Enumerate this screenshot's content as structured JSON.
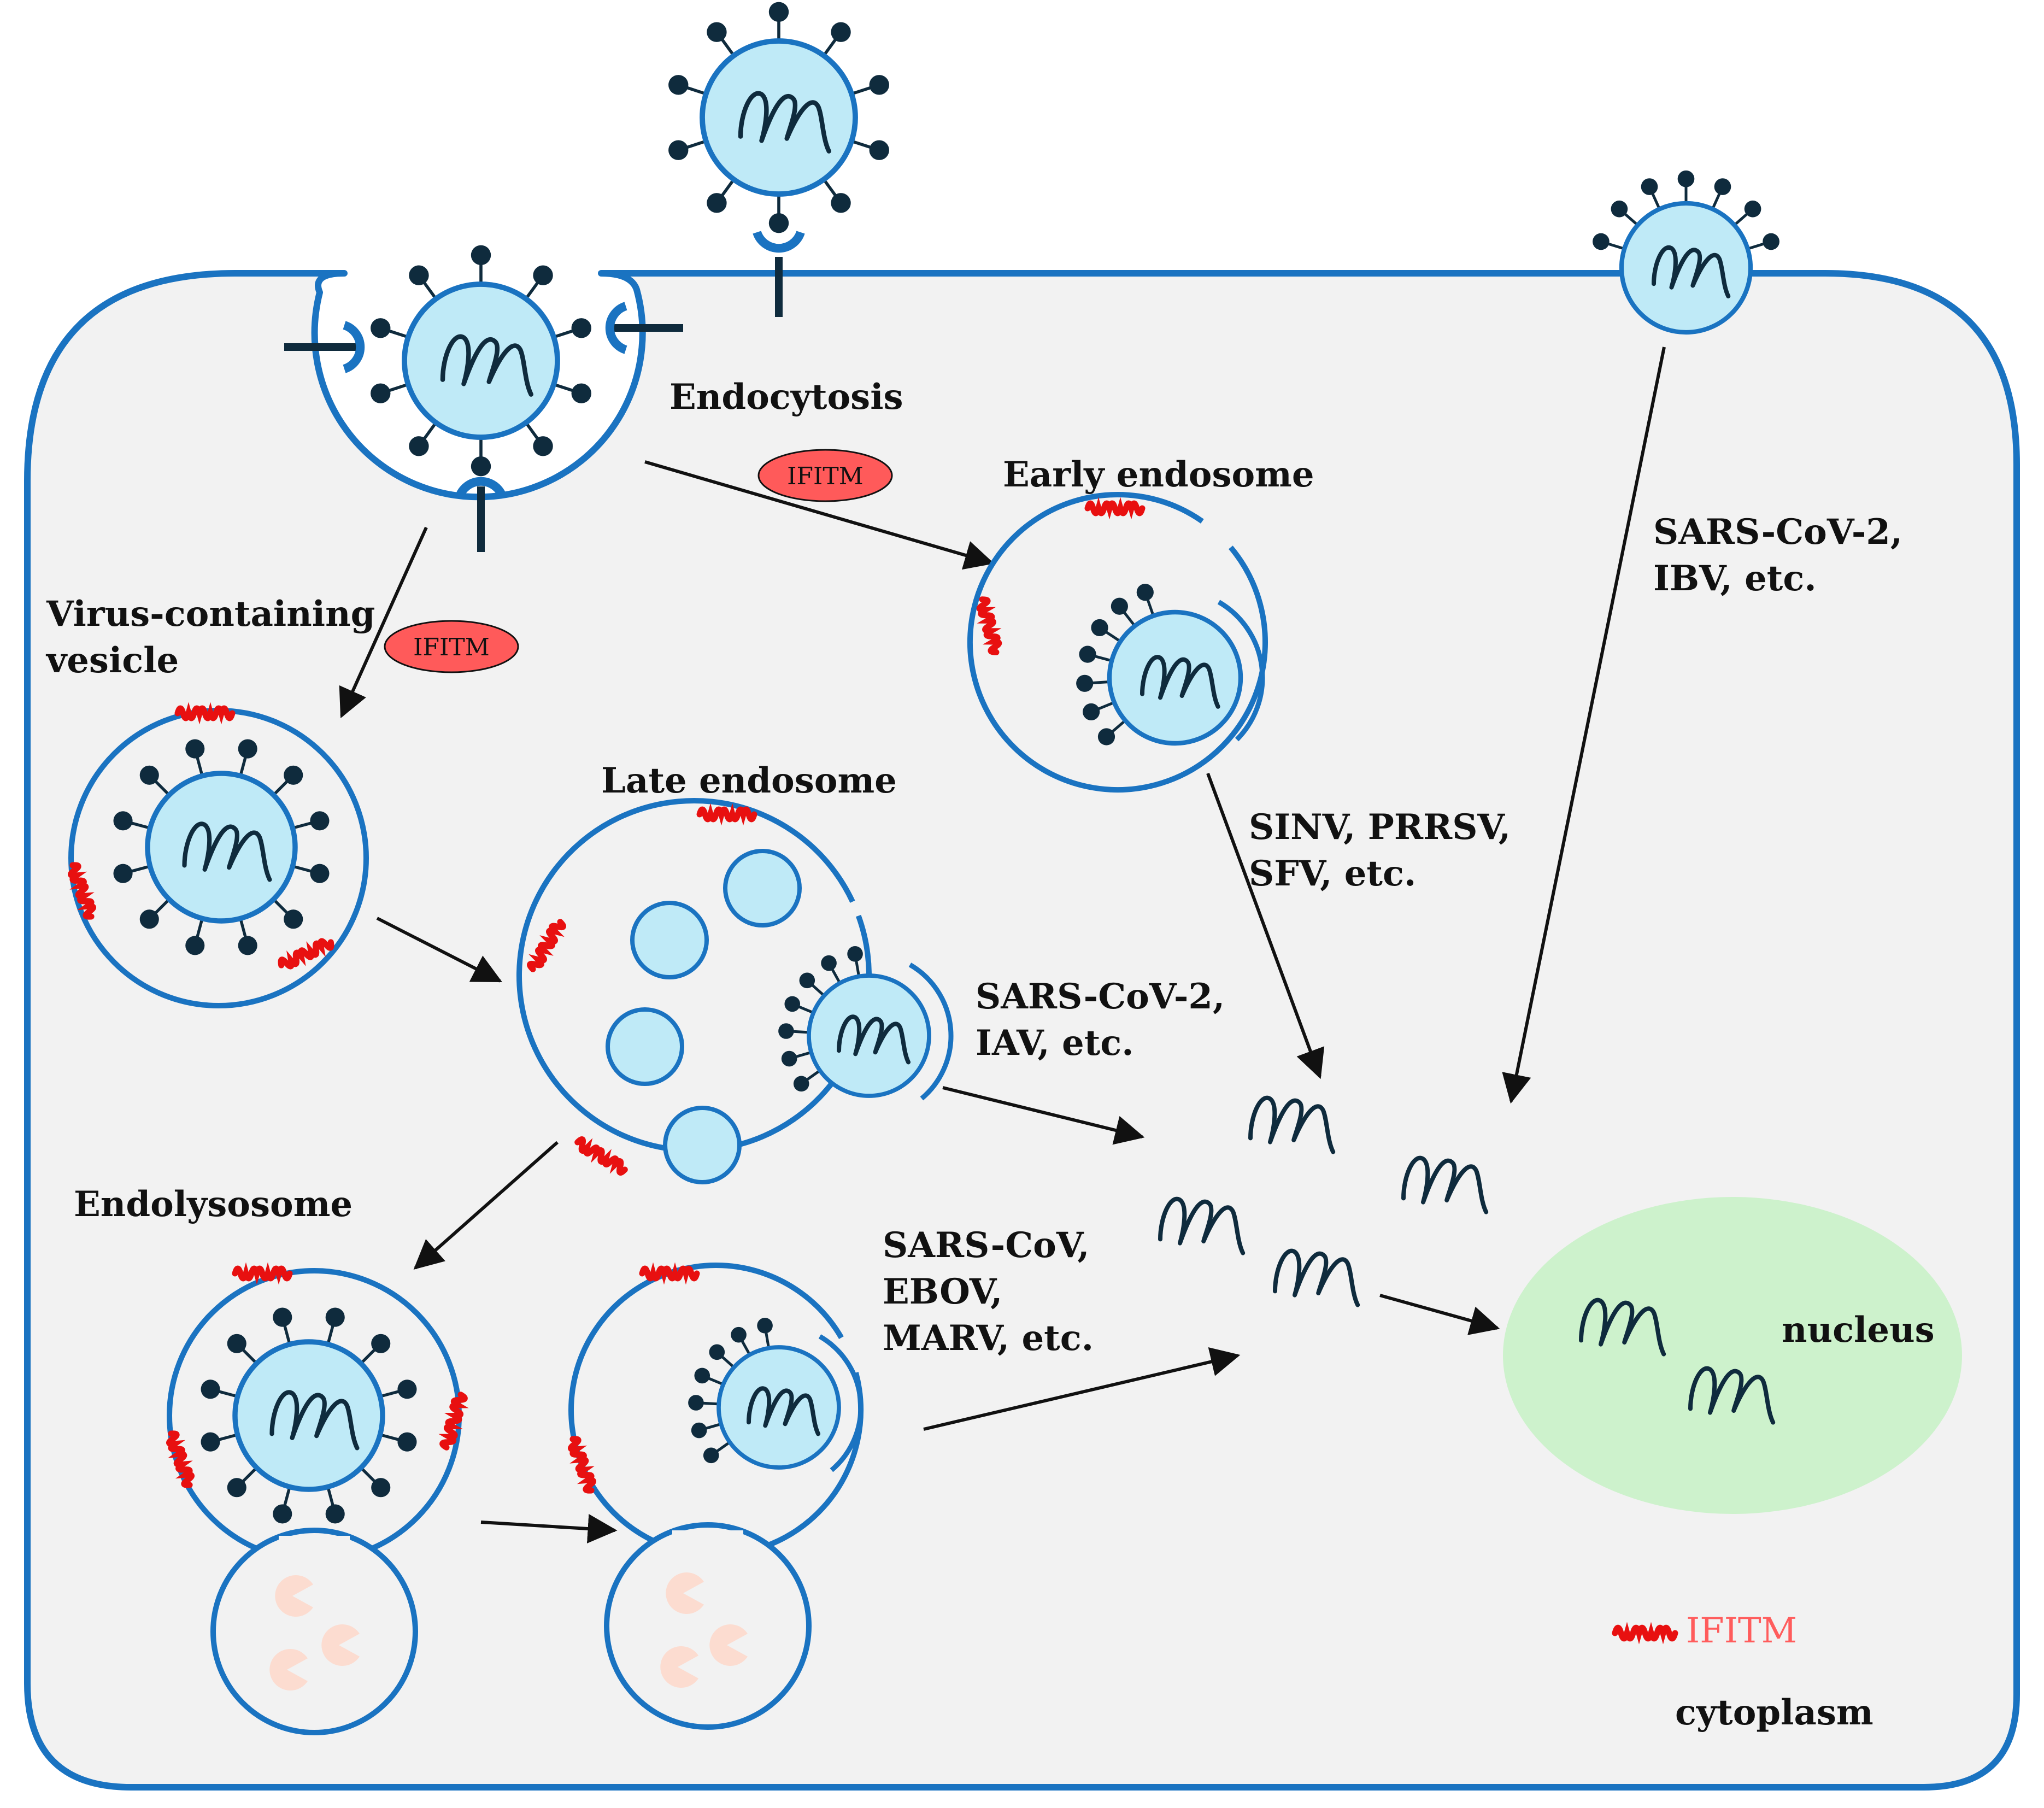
{
  "labels": {
    "endocytosis": "Endocytosis",
    "early_endosome": "Early endosome",
    "virus_vesicle_line1": "Virus-containing",
    "virus_vesicle_line2": "vesicle",
    "late_endosome": "Late endosome",
    "endolysosome": "Endolysosome",
    "nucleus": "nucleus",
    "cytoplasm": "cytoplasm"
  },
  "tags": {
    "tag1": "IFITM",
    "tag2": "IFITM"
  },
  "routes": {
    "direct_fusion": [
      "SARS-CoV-2,",
      "IBV, etc."
    ],
    "early": [
      "SINV, PRRSV,",
      "SFV, etc."
    ],
    "late": [
      "SARS-CoV-2,",
      "IAV, etc."
    ],
    "endolysosome": [
      "SARS-CoV,",
      "EBOV,",
      "MARV, etc."
    ]
  },
  "legend": {
    "ifitm": "IFITM"
  },
  "colors": {
    "membrane": "#1a73c1",
    "virion_fill": "#bfeaf7",
    "spike": "#0f2b3d",
    "ifitm": "#e81010",
    "ifitm_tag": "#ff5a5a",
    "nucleus": "#cdf2cc",
    "cytoplasm": "#f2f2f2",
    "lysosome_enzyme": "#fcdcd0"
  }
}
